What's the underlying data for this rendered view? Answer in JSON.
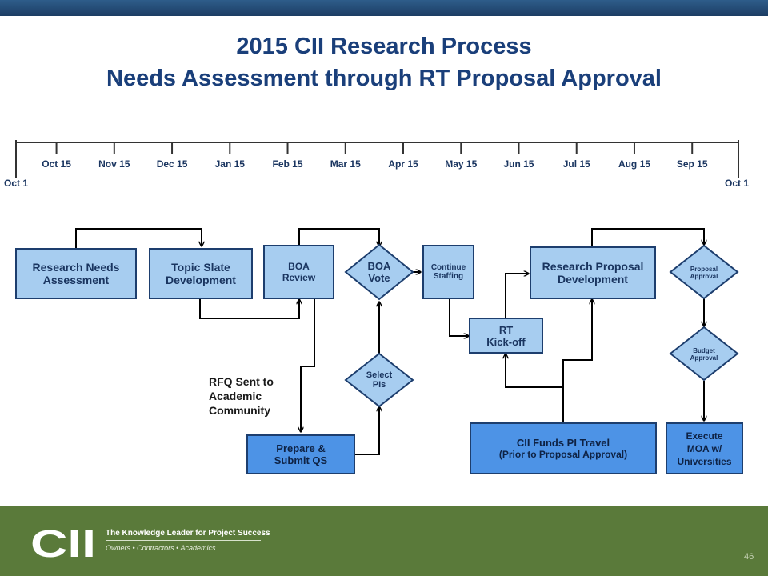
{
  "title": {
    "line1": "2015 CII Research Process",
    "line2": "Needs Assessment through RT Proposal Approval"
  },
  "timeline": {
    "start": "Oct 1",
    "end": "Oct 1",
    "months": [
      "Oct 15",
      "Nov 15",
      "Dec 15",
      "Jan 15",
      "Feb 15",
      "Mar 15",
      "Apr 15",
      "May 15",
      "Jun 15",
      "Jul 15",
      "Aug 15",
      "Sep 15"
    ]
  },
  "steps": {
    "research_needs": "Research Needs\nAssessment",
    "topic_slate": "Topic Slate\nDevelopment",
    "boa_review": "BOA\nReview",
    "boa_vote": "BOA\nVote",
    "continue_staffing": "Continue\nStaffing",
    "research_proposal": "Research Proposal\nDevelopment",
    "proposal_approval": "Proposal\nApproval",
    "rt_kickoff": "RT\nKick-off",
    "budget_approval": "Budget\nApproval",
    "select_pis": "Select\nPIs",
    "prepare_qs": "Prepare &\nSubmit QS",
    "cii_funds_line1": "CII Funds PI Travel",
    "cii_funds_line2": "(Prior to Proposal Approval)",
    "execute_moa": "Execute\nMOA w/\nUniversities"
  },
  "annotation": {
    "rfq": "RFQ Sent to\nAcademic\nCommunity"
  },
  "footer": {
    "logo": "CII",
    "tagline": "The Knowledge Leader for Project Success",
    "subline": "Owners • Contractors • Academics",
    "page_number": "46"
  },
  "colors": {
    "title": "#1a3f7a",
    "box_light": "#a7cdf0",
    "box_dark": "#4d93e6",
    "box_border": "#1d3e6e",
    "footer": "#5a7a3a",
    "top_bar": "#1c3d63"
  }
}
